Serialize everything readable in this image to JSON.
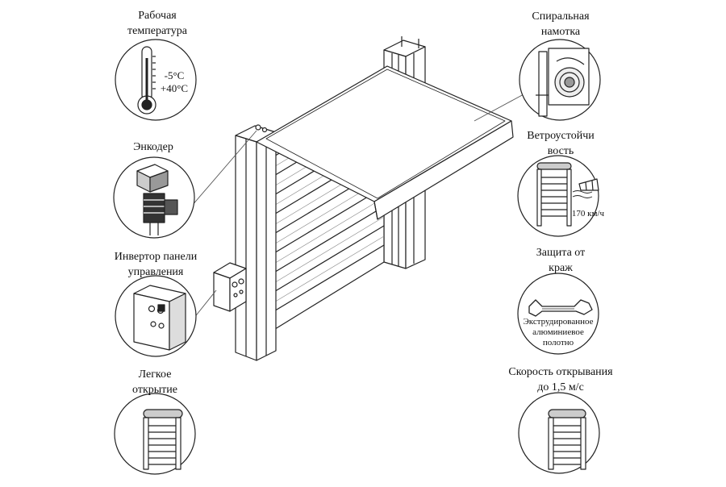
{
  "features": {
    "temperature": {
      "title_line1": "Рабочая",
      "title_line2": "температура",
      "min": "-5°C",
      "max": "+40°C"
    },
    "encoder": {
      "title": "Энкодер"
    },
    "inverter": {
      "title_line1": "Инвертор панели",
      "title_line2": "управления"
    },
    "easy_open": {
      "title_line1": "Легкое",
      "title_line2": "открытие"
    },
    "spiral": {
      "title_line1": "Спиральная",
      "title_line2": "намотка"
    },
    "wind": {
      "title_line1": "Ветроустойчи",
      "title_line2": "вость",
      "speed": "170 км/ч"
    },
    "theft": {
      "title_line1": "Защита от",
      "title_line2": "краж",
      "desc_line1": "Экструдированное",
      "desc_line2": "алюминиевое",
      "desc_line3": "полотно"
    },
    "speed": {
      "title_line1": "Скорость открывания",
      "title_line2": "до 1,5 м/с"
    }
  }
}
